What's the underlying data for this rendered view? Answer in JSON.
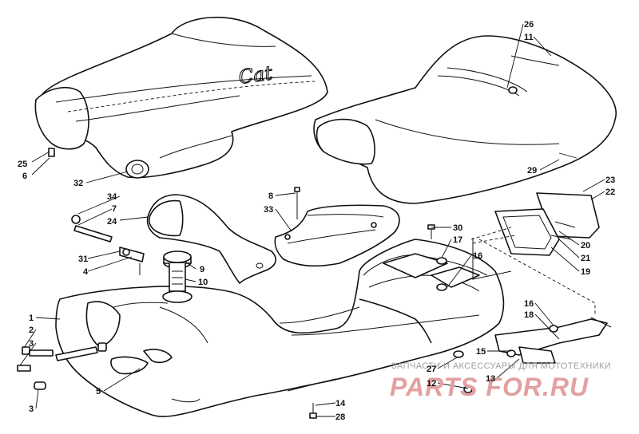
{
  "diagram": {
    "seat_script": "Cat",
    "watermark_caption": "ЗАПЧАСТИ И АКСЕССУАРЫ ДЛЯ МОТОТЕХНИКИ",
    "watermark_brand": "PARTS FOR.RU",
    "callouts": {
      "c1": "1",
      "c2": "2",
      "c3a": "3",
      "c3b": "3",
      "c4": "4",
      "c5": "5",
      "c6": "6",
      "c7": "7",
      "c8": "8",
      "c9": "9",
      "c10": "10",
      "c11": "11",
      "c12": "12",
      "c13": "13",
      "c14": "14",
      "c15": "15",
      "c16a": "16",
      "c16b": "16",
      "c17": "17",
      "c18": "18",
      "c19": "19",
      "c20": "20",
      "c21": "21",
      "c22": "22",
      "c23": "23",
      "c24": "24",
      "c25": "25",
      "c26": "26",
      "c27": "27",
      "c28": "28",
      "c29": "29",
      "c30": "30",
      "c31": "31",
      "c32": "32",
      "c33": "33",
      "c34": "34"
    }
  }
}
